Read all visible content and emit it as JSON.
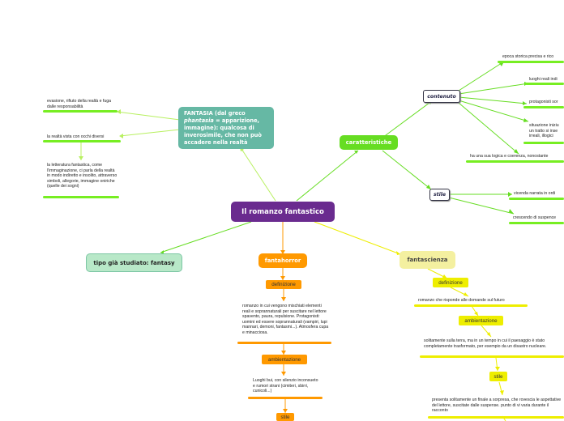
{
  "root": {
    "label": "Il romanzo fantastico"
  },
  "fantasia": {
    "label_1": "FANTASIA (dal greco",
    "label_2_italic": "phantasia",
    "label_2_rest": " = apparizione,",
    "label_3": "immagine): qualcosa di",
    "label_4": "inverosimile, che non può",
    "label_5": "accadere nella realtà",
    "evasione": "evasione, rifiuto della realtà e fuga dalle responsabilità",
    "realta": "la realtà vista con occhi diversi",
    "letteratura": "la letteratura fantastica, come l'immaginazione, ci parla della realtà in modo indiretto e insolito, attraverso simboli, allegorie, immagine oniriche (quelle dei sogni)"
  },
  "tipo": {
    "label": "tipo già studiato: fantasy"
  },
  "caratteristiche": {
    "label": "caratteristiche",
    "contenuto": {
      "label": "contenuto",
      "items": [
        "epoca storica precisa e rico",
        "luoghi reali indi",
        "protagonisti sor",
        "situazione iniziu un tratto si inse irreali, illogici",
        "ha una sua logica e coerenza, nonostante"
      ]
    },
    "stile": {
      "label": "stile",
      "items": [
        "vicenda narrata in ordi",
        "crescendo di suspence"
      ]
    }
  },
  "fantahorror": {
    "label": "fantahorror",
    "definizione_label": "definizione",
    "definizione_text": "romanzo in cui vengono mischiati elementi reali e soprannaturali per suscitare nel lettore spavento, paura, repulsione. Protagonisti: uomini ed essere soprannaturali (vampiri, lupi mannari, demoni, fantasmi...). Atmosfera cupa e minacciosa.",
    "ambientazione_label": "ambientazione",
    "ambientazione_text": "Luoghi bui, con silenzio inconsueto e rumori strani (cimiteri, sbirri, cunicoli...)",
    "stile_label": "stile"
  },
  "fantascienza": {
    "label": "fantascienza",
    "definizione_label": "definizione",
    "definizione_text": "romanzo che risponde alle domande sul futuro",
    "ambientazione_label": "ambientazione",
    "ambientazione_text": "solitamente sulla terra, ma in un tempo in cui il paesaggio è stato completamente trasformato, per esempio da un disastro nucleare.",
    "stile_label": "stile",
    "stile_text": "presenta solitamente un finale a sorpresa, che rovescia le aspettative del lettore, suscitate dalle suspense. punto di vi varia durante il racconto"
  },
  "colors": {
    "root": "#6a2b8f",
    "fantasia": "#66b8a4",
    "tipo": "#b8e8c8",
    "caratteristiche": "#66dd22",
    "fantahorror": "#ff9900",
    "fantascienza": "#f4f0a0",
    "green_line": "#77ee22",
    "orange_line": "#ff9900",
    "yellow_line": "#eeee00"
  }
}
